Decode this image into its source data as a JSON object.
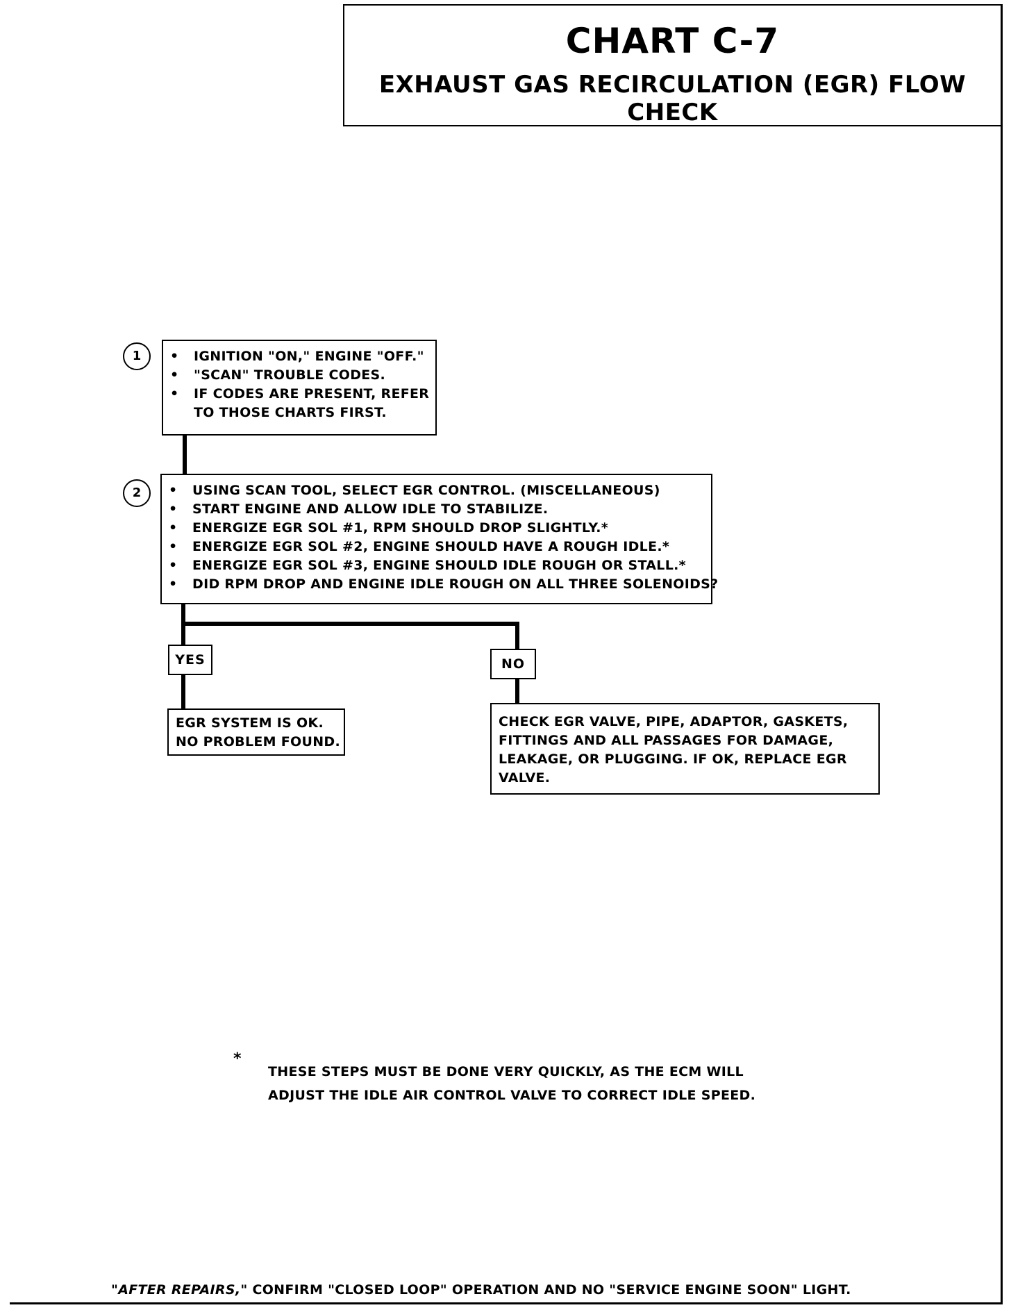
{
  "header": {
    "title": "CHART C-7",
    "subtitle": "EXHAUST GAS RECIRCULATION (EGR) FLOW CHECK"
  },
  "steps": [
    {
      "number": "1",
      "bullet": "•",
      "items": [
        "IGNITION \"ON,\" ENGINE \"OFF.\"",
        "\"SCAN\" TROUBLE CODES.",
        "IF CODES ARE PRESENT, REFER"
      ],
      "continuation": "TO THOSE CHARTS FIRST."
    },
    {
      "number": "2",
      "bullet": "•",
      "items": [
        "USING SCAN TOOL, SELECT EGR CONTROL.  (MISCELLANEOUS)",
        "START ENGINE AND ALLOW IDLE TO STABILIZE.",
        "ENERGIZE EGR SOL #1, RPM SHOULD DROP SLIGHTLY.*",
        "ENERGIZE EGR SOL #2, ENGINE SHOULD HAVE A ROUGH IDLE.*",
        "ENERGIZE EGR SOL #3, ENGINE SHOULD IDLE ROUGH OR STALL.*",
        "DID RPM DROP AND ENGINE IDLE ROUGH ON ALL THREE SOLENOIDS?"
      ]
    }
  ],
  "branches": {
    "yes": {
      "label": "YES",
      "result": [
        "EGR SYSTEM IS OK.",
        "NO PROBLEM FOUND."
      ]
    },
    "no": {
      "label": "NO",
      "result": [
        "CHECK EGR VALVE, PIPE, ADAPTOR, GASKETS,",
        "FITTINGS AND ALL PASSAGES FOR DAMAGE,",
        "LEAKAGE, OR PLUGGING.  IF OK, REPLACE EGR",
        "VALVE."
      ]
    }
  },
  "footnote": {
    "marker": "*",
    "lines": [
      "THESE STEPS MUST BE DONE  VERY QUICKLY, AS THE ECM WILL",
      "ADJUST THE IDLE AIR CONTROL VALVE TO CORRECT IDLE SPEED."
    ]
  },
  "footer": {
    "emphasis": "\"AFTER REPAIRS,\"",
    "text": " CONFIRM \"CLOSED LOOP\"  OPERATION AND NO \"SERVICE ENGINE SOON\" LIGHT."
  }
}
